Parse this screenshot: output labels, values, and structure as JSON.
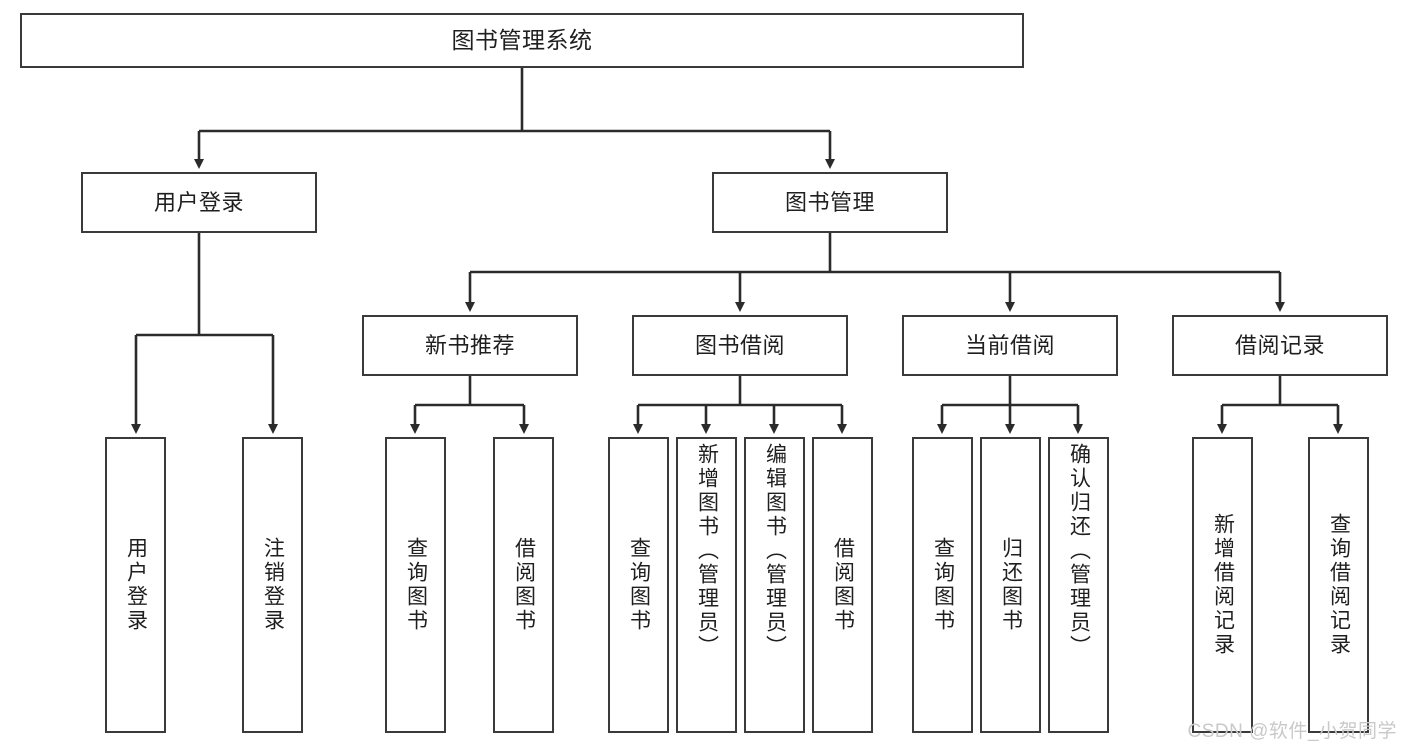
{
  "diagram": {
    "title": "图书管理系统",
    "type": "hierarchy-tree",
    "root": {
      "id": "root",
      "label": "图书管理系统"
    },
    "level2": [
      {
        "id": "user-login",
        "label": "用户登录"
      },
      {
        "id": "book-manage",
        "label": "图书管理"
      }
    ],
    "level3": [
      {
        "id": "new-book-recommend",
        "label": "新书推荐",
        "parent": "book-manage"
      },
      {
        "id": "book-borrow",
        "label": "图书借阅",
        "parent": "book-manage"
      },
      {
        "id": "current-borrow",
        "label": "当前借阅",
        "parent": "book-manage"
      },
      {
        "id": "borrow-record",
        "label": "借阅记录",
        "parent": "book-manage"
      }
    ],
    "leaves": [
      {
        "id": "leaf-user-login",
        "label": "用户登录",
        "parent": "user-login"
      },
      {
        "id": "leaf-logout",
        "label": "注销登录",
        "parent": "user-login"
      },
      {
        "id": "leaf-query-book-1",
        "label": "查询图书",
        "parent": "new-book-recommend"
      },
      {
        "id": "leaf-borrow-book-1",
        "label": "借阅图书",
        "parent": "new-book-recommend"
      },
      {
        "id": "leaf-query-book-2",
        "label": "查询图书",
        "parent": "book-borrow"
      },
      {
        "id": "leaf-add-book",
        "label": "新增图书（管理员）",
        "parent": "book-borrow"
      },
      {
        "id": "leaf-edit-book",
        "label": "编辑图书（管理员）",
        "parent": "book-borrow"
      },
      {
        "id": "leaf-borrow-book-2",
        "label": "借阅图书",
        "parent": "book-borrow"
      },
      {
        "id": "leaf-query-book-3",
        "label": "查询图书",
        "parent": "current-borrow"
      },
      {
        "id": "leaf-return-book",
        "label": "归还图书",
        "parent": "current-borrow"
      },
      {
        "id": "leaf-confirm-return",
        "label": "确认归还（管理员）",
        "parent": "current-borrow"
      },
      {
        "id": "leaf-add-record",
        "label": "新增借阅记录",
        "parent": "borrow-record"
      },
      {
        "id": "leaf-query-record",
        "label": "查询借阅记录",
        "parent": "borrow-record"
      }
    ],
    "colors": {
      "border": "#3a3a3a",
      "text": "#1f1f1f",
      "background": "#ffffff",
      "connector": "#2b2b2b",
      "watermark": "#c9c9c9"
    }
  },
  "watermark": {
    "text": "CSDN @软件_小贺同学"
  }
}
